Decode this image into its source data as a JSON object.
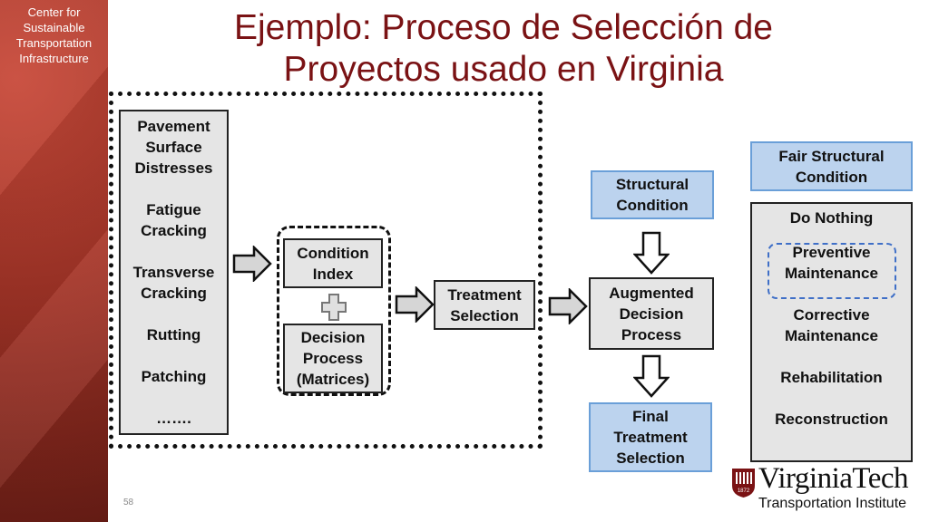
{
  "sidebar": {
    "lines": [
      "Center for",
      "Sustainable",
      "Transportation",
      "Infrastructure"
    ]
  },
  "title": {
    "line1": "Ejemplo: Proceso de Selección de",
    "line2": "Proyectos usado en Virginia"
  },
  "page_number": "58",
  "distresses": {
    "heading": [
      "Pavement",
      "Surface",
      "Distresses"
    ],
    "items": [
      [
        "Fatigue",
        "Cracking"
      ],
      [
        "Transverse",
        "Cracking"
      ],
      [
        "Rutting"
      ],
      [
        "Patching"
      ],
      [
        "……."
      ]
    ]
  },
  "condition_index": [
    "Condition",
    "Index"
  ],
  "decision_process": [
    "Decision",
    "Process",
    "(Matrices)"
  ],
  "treatment_selection": [
    "Treatment",
    "Selection"
  ],
  "structural_condition": [
    "Structural",
    "Condition"
  ],
  "augmented_decision": [
    "Augmented",
    "Decision",
    "Process"
  ],
  "final_treatment": [
    "Final",
    "Treatment",
    "Selection"
  ],
  "fair_structural": [
    "Fair Structural",
    "Condition"
  ],
  "options": {
    "do_nothing": "Do Nothing",
    "preventive": [
      "Preventive",
      "Maintenance"
    ],
    "corrective": [
      "Corrective",
      "Maintenance"
    ],
    "rehabilitation": "Rehabilitation",
    "reconstruction": "Reconstruction"
  },
  "logo": {
    "wordmark": "VirginiaTech",
    "subtitle": "Transportation Institute",
    "shield_year": "1872"
  },
  "colors": {
    "title": "#7a1214",
    "blue_box": "#bcd3ee",
    "gray_box": "#e5e5e5",
    "sidebar": "#a53528"
  }
}
